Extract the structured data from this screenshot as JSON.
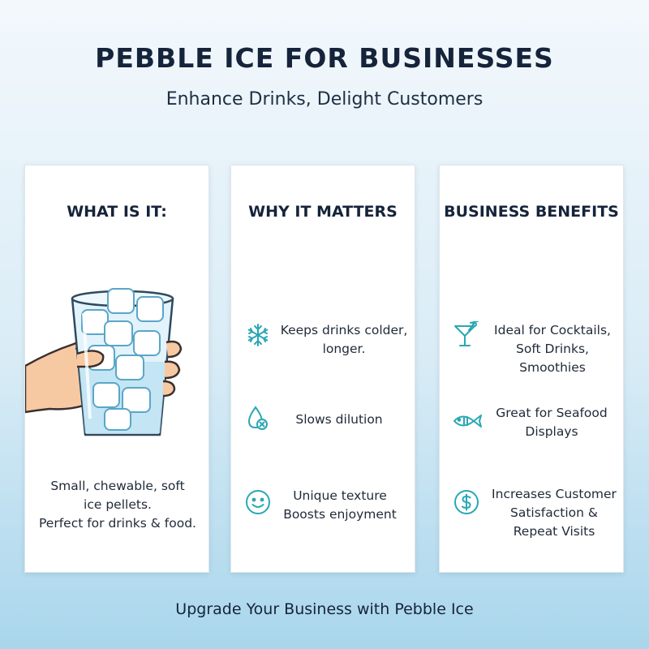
{
  "header": {
    "title": "PEBBLE ICE FOR BUSINESSES",
    "subtitle": "Enhance Drinks, Delight Customers"
  },
  "cards": [
    {
      "heading": "WHAT IS IT:",
      "illustration": "hand-holding-glass-of-pebble-ice",
      "description": [
        "Small, chewable, soft",
        "ice pellets.",
        "Perfect for drinks & food."
      ]
    },
    {
      "heading": "WHY IT MATTERS",
      "items": [
        {
          "icon": "snowflake-icon",
          "lines": [
            "Keeps drinks colder,",
            "longer."
          ]
        },
        {
          "icon": "water-drop-x-icon",
          "lines": [
            "Slows dilution"
          ]
        },
        {
          "icon": "smiley-icon",
          "lines": [
            "Unique texture",
            "Boosts enjoyment"
          ]
        }
      ]
    },
    {
      "heading": "BUSINESS BENEFITS",
      "items": [
        {
          "icon": "cocktail-glass-icon",
          "lines": [
            "Ideal for Cocktails,",
            "Soft Drinks, Smoothies"
          ]
        },
        {
          "icon": "fish-icon",
          "lines": [
            "Great for Seafood",
            "Displays"
          ]
        },
        {
          "icon": "dollar-coin-icon",
          "lines": [
            "Increases Customer",
            "Satisfaction &",
            "Repeat Visits"
          ]
        }
      ]
    }
  ],
  "footer": "Upgrade Your Business with Pebble Ice",
  "colors": {
    "heading": "#15243b",
    "icon_accent": "#2aa7b4",
    "background_top": "#f3f8fc",
    "background_bottom": "#a9d6ec"
  }
}
